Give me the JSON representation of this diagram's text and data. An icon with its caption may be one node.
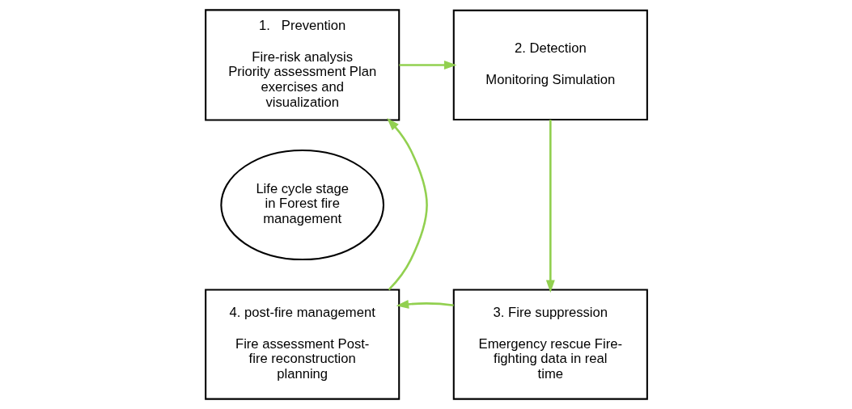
{
  "diagram": {
    "nodes": [
      {
        "text": [
          "1.   Prevention",
          "Fire-risk analysis Priority assessment Plan exercises and visualization"
        ]
      },
      {
        "text": [
          "2. Detection",
          "Monitoring Simulation"
        ]
      },
      {
        "text": [
          "3. Fire suppression",
          "Emergency rescue Fire-fighting data in real time"
        ]
      },
      {
        "text": [
          "4. post-fire management",
          "Fire assessment Post-fire reconstruction planning"
        ]
      },
      {
        "text": [
          "Life cycle stage in Forest fire management"
        ]
      }
    ],
    "edges": [
      {
        "from": 0,
        "to": 1,
        "arrow": "to"
      },
      {
        "from": 1,
        "to": 2,
        "arrow": "to"
      },
      {
        "from": 2,
        "to": 3,
        "arrow": "to"
      },
      {
        "from": 3,
        "to": 0,
        "arrow": "to"
      }
    ]
  }
}
